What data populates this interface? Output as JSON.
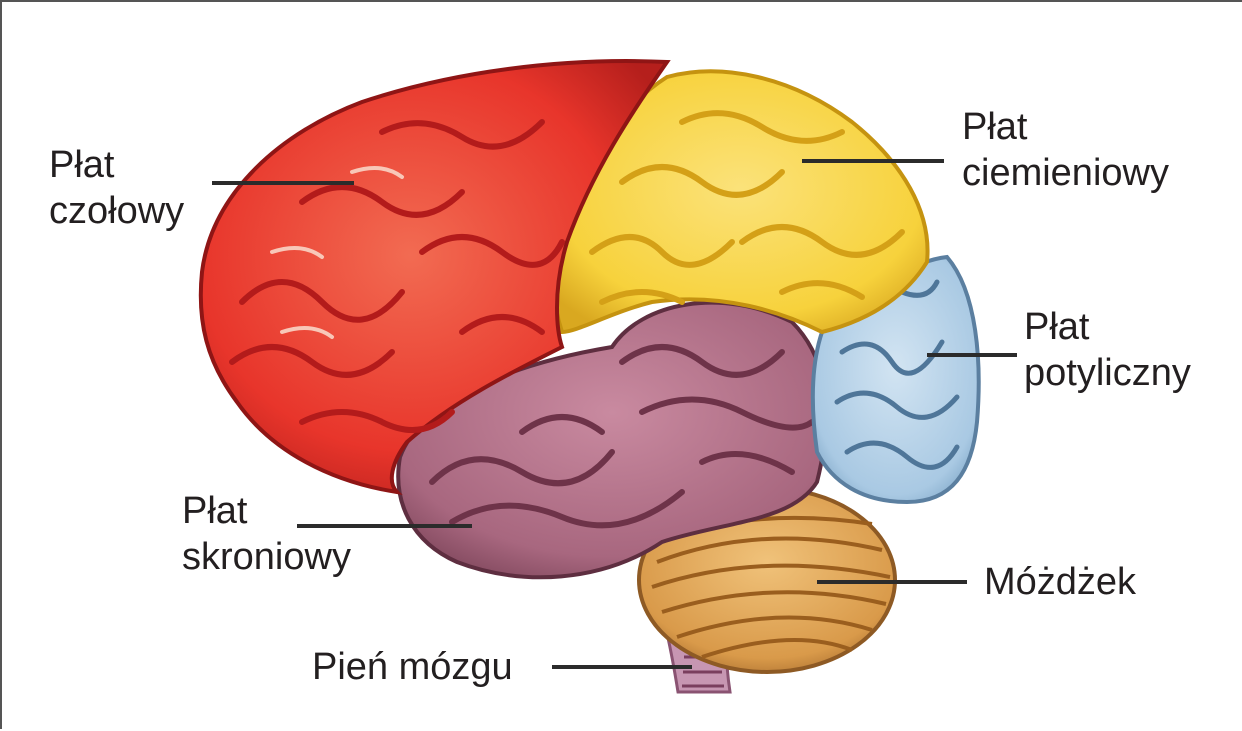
{
  "labels": {
    "frontal": [
      "Płat",
      "czołowy"
    ],
    "parietal": [
      "Płat",
      "ciemieniowy"
    ],
    "occipital": [
      "Płat",
      "potyliczny"
    ],
    "temporal": [
      "Płat",
      "skroniowy"
    ],
    "cerebellum": "Móżdżek",
    "brainstem": "Pień mózgu"
  },
  "colors": {
    "frontal": "#e8352b",
    "parietal": "#f7d23c",
    "occipital": "#a9c9e3",
    "temporal": "#a8677f",
    "cerebellum": "#d99a4a",
    "brainstem": "#c796b2",
    "leader": "#2b2b2b"
  }
}
